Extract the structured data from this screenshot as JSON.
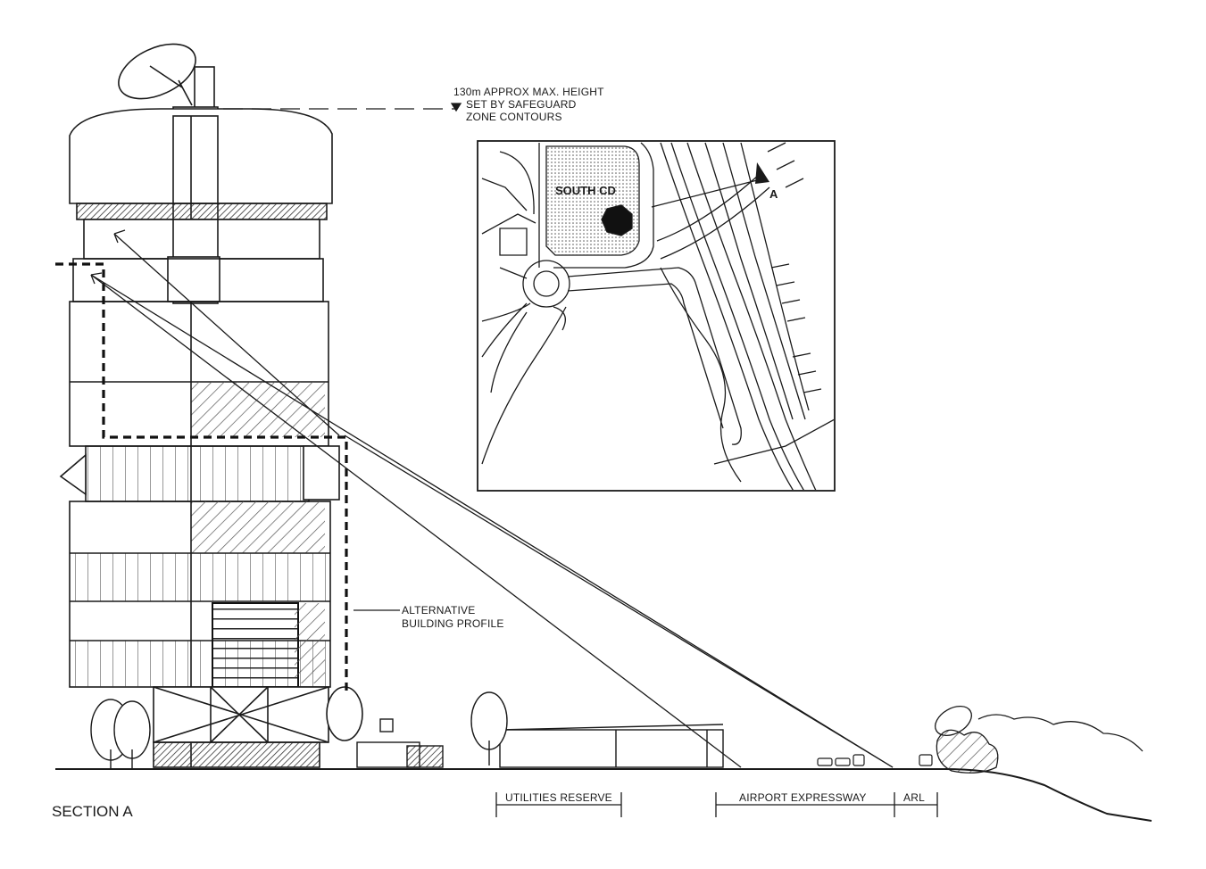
{
  "annotations": {
    "max_height": [
      "130m APPROX MAX. HEIGHT",
      "SET BY SAFEGUARD",
      "ZONE CONTOURS"
    ],
    "alt_profile": [
      "ALTERNATIVE",
      "BUILDING PROFILE"
    ],
    "section_title": "SECTION A"
  },
  "inset_map": {
    "district_label": "SOUTH CD",
    "section_marker": "A"
  },
  "ground_zones": [
    {
      "id": "utilities",
      "label": "UTILITIES RESERVE"
    },
    {
      "id": "expressway",
      "label": "AIRPORT EXPRESSWAY"
    },
    {
      "id": "arl",
      "label": "ARL"
    }
  ],
  "colors": {
    "ink": "#1a1a1a",
    "paper": "#ffffff",
    "hatch": "#555555"
  }
}
